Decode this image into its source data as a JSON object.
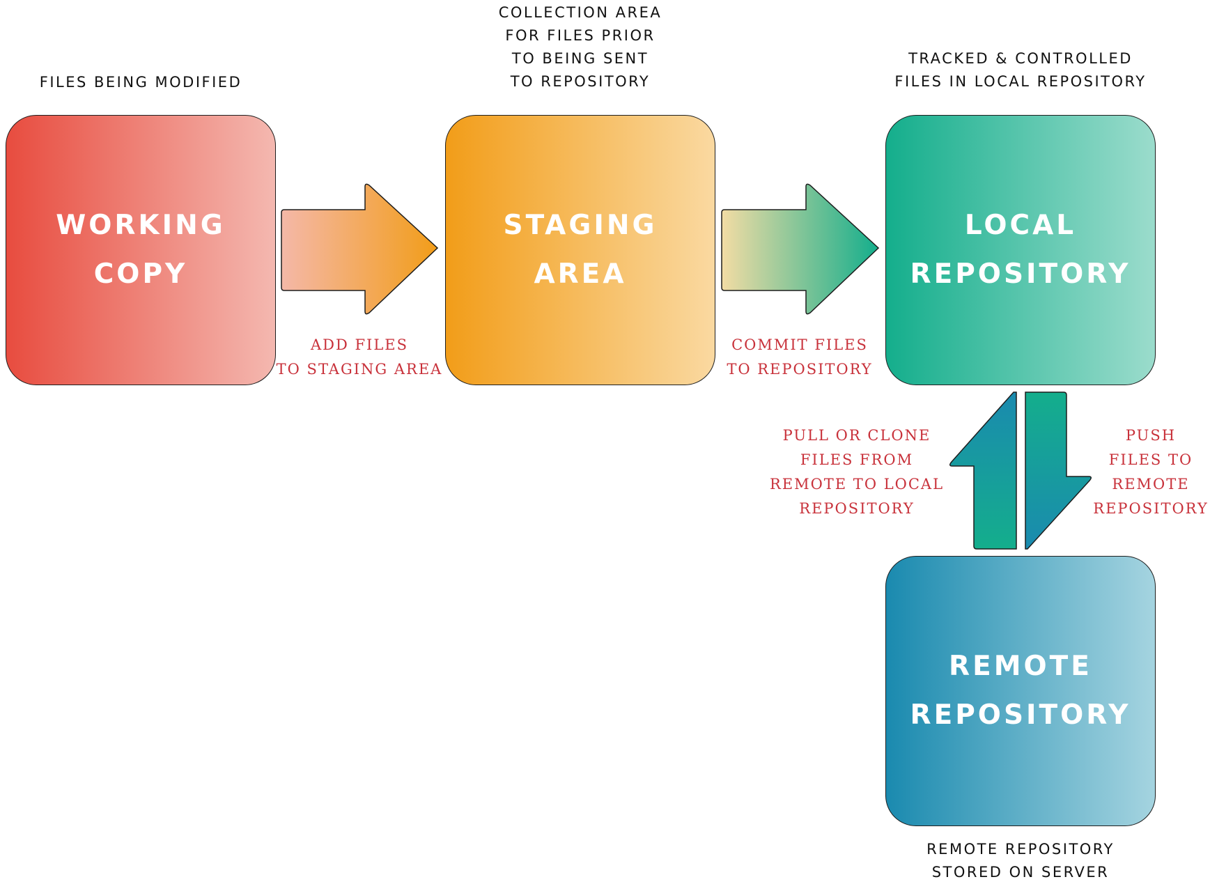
{
  "captions": {
    "working": [
      "FILES BEING MODIFIED"
    ],
    "staging": [
      "COLLECTION AREA",
      "FOR FILES PRIOR",
      "TO BEING SENT",
      "TO REPOSITORY"
    ],
    "local": [
      "TRACKED & CONTROLLED",
      "FILES IN LOCAL REPOSITORY"
    ],
    "remote": [
      "REMOTE REPOSITORY",
      "STORED ON SERVER"
    ]
  },
  "boxes": {
    "working": [
      "WORKING",
      "COPY"
    ],
    "staging": [
      "STAGING",
      "AREA"
    ],
    "local": [
      "LOCAL",
      "REPOSITORY"
    ],
    "remote": [
      "REMOTE",
      "REPOSITORY"
    ]
  },
  "actions": {
    "add": [
      "ADD FILES",
      "TO STAGING AREA"
    ],
    "commit": [
      "COMMIT FILES",
      "TO REPOSITORY"
    ],
    "pull": [
      "PULL OR CLONE",
      "FILES FROM",
      "REMOTE TO LOCAL",
      "REPOSITORY"
    ],
    "push": [
      "PUSH",
      "FILES TO",
      "REMOTE",
      "REPOSITORY"
    ]
  },
  "colors": {
    "working": "#e84c3f",
    "staging": "#f29d19",
    "local": "#14ae8c",
    "remote": "#1a8aaf",
    "action_text": "#c8313a"
  }
}
